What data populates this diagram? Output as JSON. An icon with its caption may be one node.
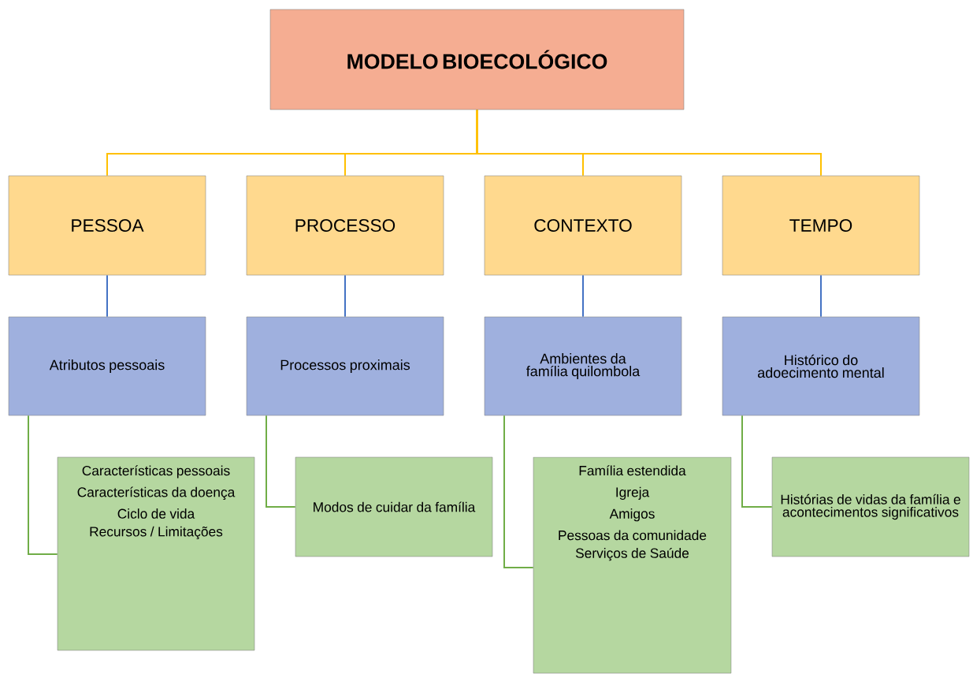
{
  "diagram": {
    "nodes": [
      {
        "text": [
          "MODELO BIOECOLÓGICO"
        ]
      },
      {
        "text": [
          "PESSOA"
        ]
      },
      {
        "text": [
          "PROCESSO"
        ]
      },
      {
        "text": [
          "CONTEXTO"
        ]
      },
      {
        "text": [
          "TEMPO"
        ]
      },
      {
        "text": [
          "Atributos pessoais"
        ]
      },
      {
        "text": [
          "Processos proximais"
        ]
      },
      {
        "text": [
          "Ambientes da família quilombola"
        ]
      },
      {
        "text": [
          "Histórico do adoecimento mental"
        ]
      },
      {
        "text": [
          "Características pessoais",
          "Características da doença",
          "Ciclo de vida",
          "Recursos / Limitações"
        ]
      },
      {
        "text": [
          "Modos de cuidar da família"
        ]
      },
      {
        "text": [
          "Família estendida",
          "Igreja",
          "Amigos",
          "Pessoas da comunidade",
          "Serviços de Saúde"
        ]
      },
      {
        "text": [
          "Histórias de vidas da família e acontecimentos significativos"
        ]
      }
    ],
    "edges": [
      {
        "from": 0,
        "to": 1,
        "arrow": "none",
        "color": "#ffc000"
      },
      {
        "from": 0,
        "to": 2,
        "arrow": "none",
        "color": "#ffc000"
      },
      {
        "from": 0,
        "to": 3,
        "arrow": "none",
        "color": "#ffc000"
      },
      {
        "from": 0,
        "to": 4,
        "arrow": "none",
        "color": "#ffc000"
      },
      {
        "from": 1,
        "to": 5,
        "arrow": "none",
        "color": "#4472c4"
      },
      {
        "from": 2,
        "to": 6,
        "arrow": "none",
        "color": "#4472c4"
      },
      {
        "from": 3,
        "to": 7,
        "arrow": "none",
        "color": "#4472c4"
      },
      {
        "from": 4,
        "to": 8,
        "arrow": "none",
        "color": "#4472c4"
      },
      {
        "from": 5,
        "to": 9,
        "arrow": "none",
        "color": "#70ad47"
      },
      {
        "from": 6,
        "to": 10,
        "arrow": "none",
        "color": "#70ad47"
      },
      {
        "from": 7,
        "to": 11,
        "arrow": "none",
        "color": "#70ad47"
      },
      {
        "from": 8,
        "to": 12,
        "arrow": "none",
        "color": "#70ad47"
      }
    ]
  }
}
